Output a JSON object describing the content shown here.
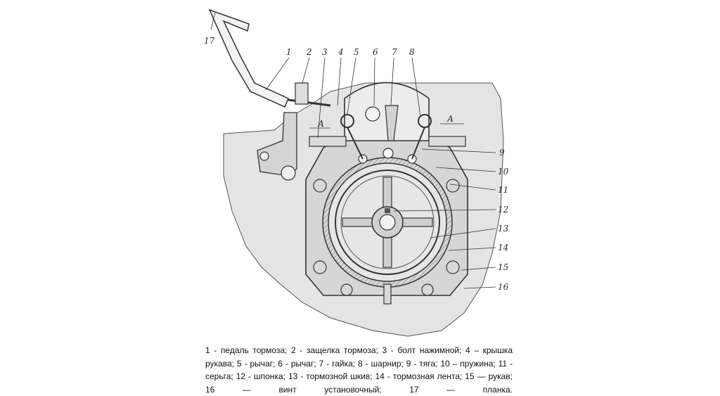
{
  "labels": [
    "1",
    "2",
    "3",
    "4",
    "5",
    "6",
    "7",
    "8",
    "9",
    "10",
    "11",
    "12",
    "13",
    "14",
    "15",
    "16",
    "17"
  ],
  "dimension_label": "А",
  "caption": "1 - педаль тормоза; 2 - защелка тормоза; 3 - болт нажимной; 4 – крышка рукава; 5 - рычаг; 6 - рычаг; 7 - гайка; 8 - шарнир; 9 - тяга; 10 – пружина; 11 - серьга; 12 - шпонка; 13 - тормозной шкив; 14 - тормозная лента; 15 — рукав; 16 — винт установочный; 17 — планка.",
  "colors": {
    "housing": "#e4e4e4",
    "ink": "#2a2a2a",
    "hatch": "#6a6a6a"
  }
}
